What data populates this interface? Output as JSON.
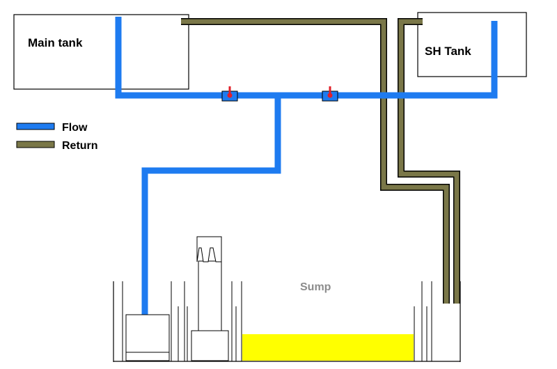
{
  "tanks": {
    "main_tank_label": "Main tank",
    "sh_tank_label": "SH Tank",
    "sump_label": "Sump"
  },
  "legend": {
    "flow_label": "Flow",
    "return_label": "Return"
  },
  "colors": {
    "flow": "#1e7bf0",
    "return": "#7a7748",
    "valve_handle": "#e0202a",
    "sump_water": "#ffff00",
    "outline": "#000000",
    "sump_label": "#8c8c8c"
  }
}
